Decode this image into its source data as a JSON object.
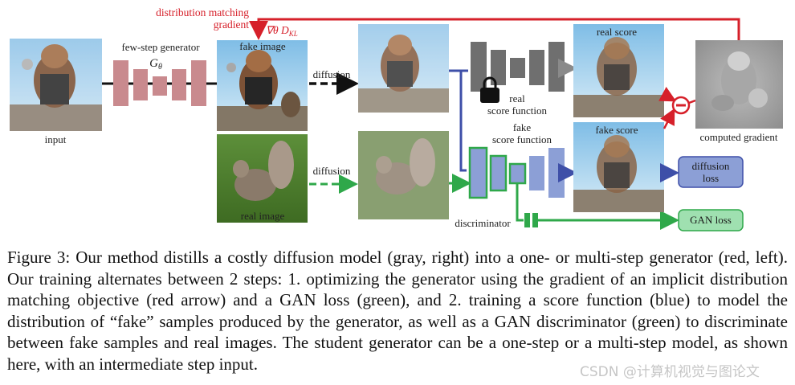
{
  "figure": {
    "labels": {
      "input": "input",
      "generator": "few-step generator",
      "generator_symbol": "G",
      "generator_subscript": "θ",
      "fake_image": "fake image",
      "real_image": "real image",
      "diffusion_top": "diffusion",
      "diffusion_bottom": "diffusion",
      "real_score_function_1": "real",
      "real_score_function_2": "score function",
      "fake_score_function_1": "fake",
      "fake_score_function_2": "score function",
      "real_score": "real score",
      "fake_score": "fake score",
      "computed_gradient": "computed gradient",
      "discriminator": "discriminator",
      "diffusion_loss_1": "diffusion",
      "diffusion_loss_2": "loss",
      "gan_loss": "GAN loss",
      "dm_gradient_1": "distribution matching",
      "dm_gradient_2": "gradient",
      "gradient_symbol": "∇θ D",
      "gradient_subscript": "KL",
      "minus_sign": "−"
    },
    "colors": {
      "generator": "#c98a8e",
      "frozen_model": "#6f6f6f",
      "score_model": "#8c9fd6",
      "discriminator": "#2fa84a",
      "gradient_arrow": "#d6202a",
      "diffusion_loss_box": "#8c9fd6",
      "gan_loss_box": "#9fe0b0"
    },
    "icons": [
      "lock-icon",
      "minus-circle-icon"
    ]
  },
  "caption": {
    "text": "Figure 3: Our method distills a costly diffusion model (gray, right) into a one- or multi-step generator (red, left). Our training alternates between 2 steps: 1. optimizing the generator using the gradient of an implicit distribution matching objective (red arrow) and a GAN loss (green), and 2. training a score function (blue) to model the distribution of “fake” samples produced by the generator, as well as a GAN discriminator (green) to discriminate between fake samples and real images. The student generator can be a one-step or a multi-step model, as shown here, with an intermediate step input."
  },
  "watermark": "CSDN @计算机视觉与图论文"
}
